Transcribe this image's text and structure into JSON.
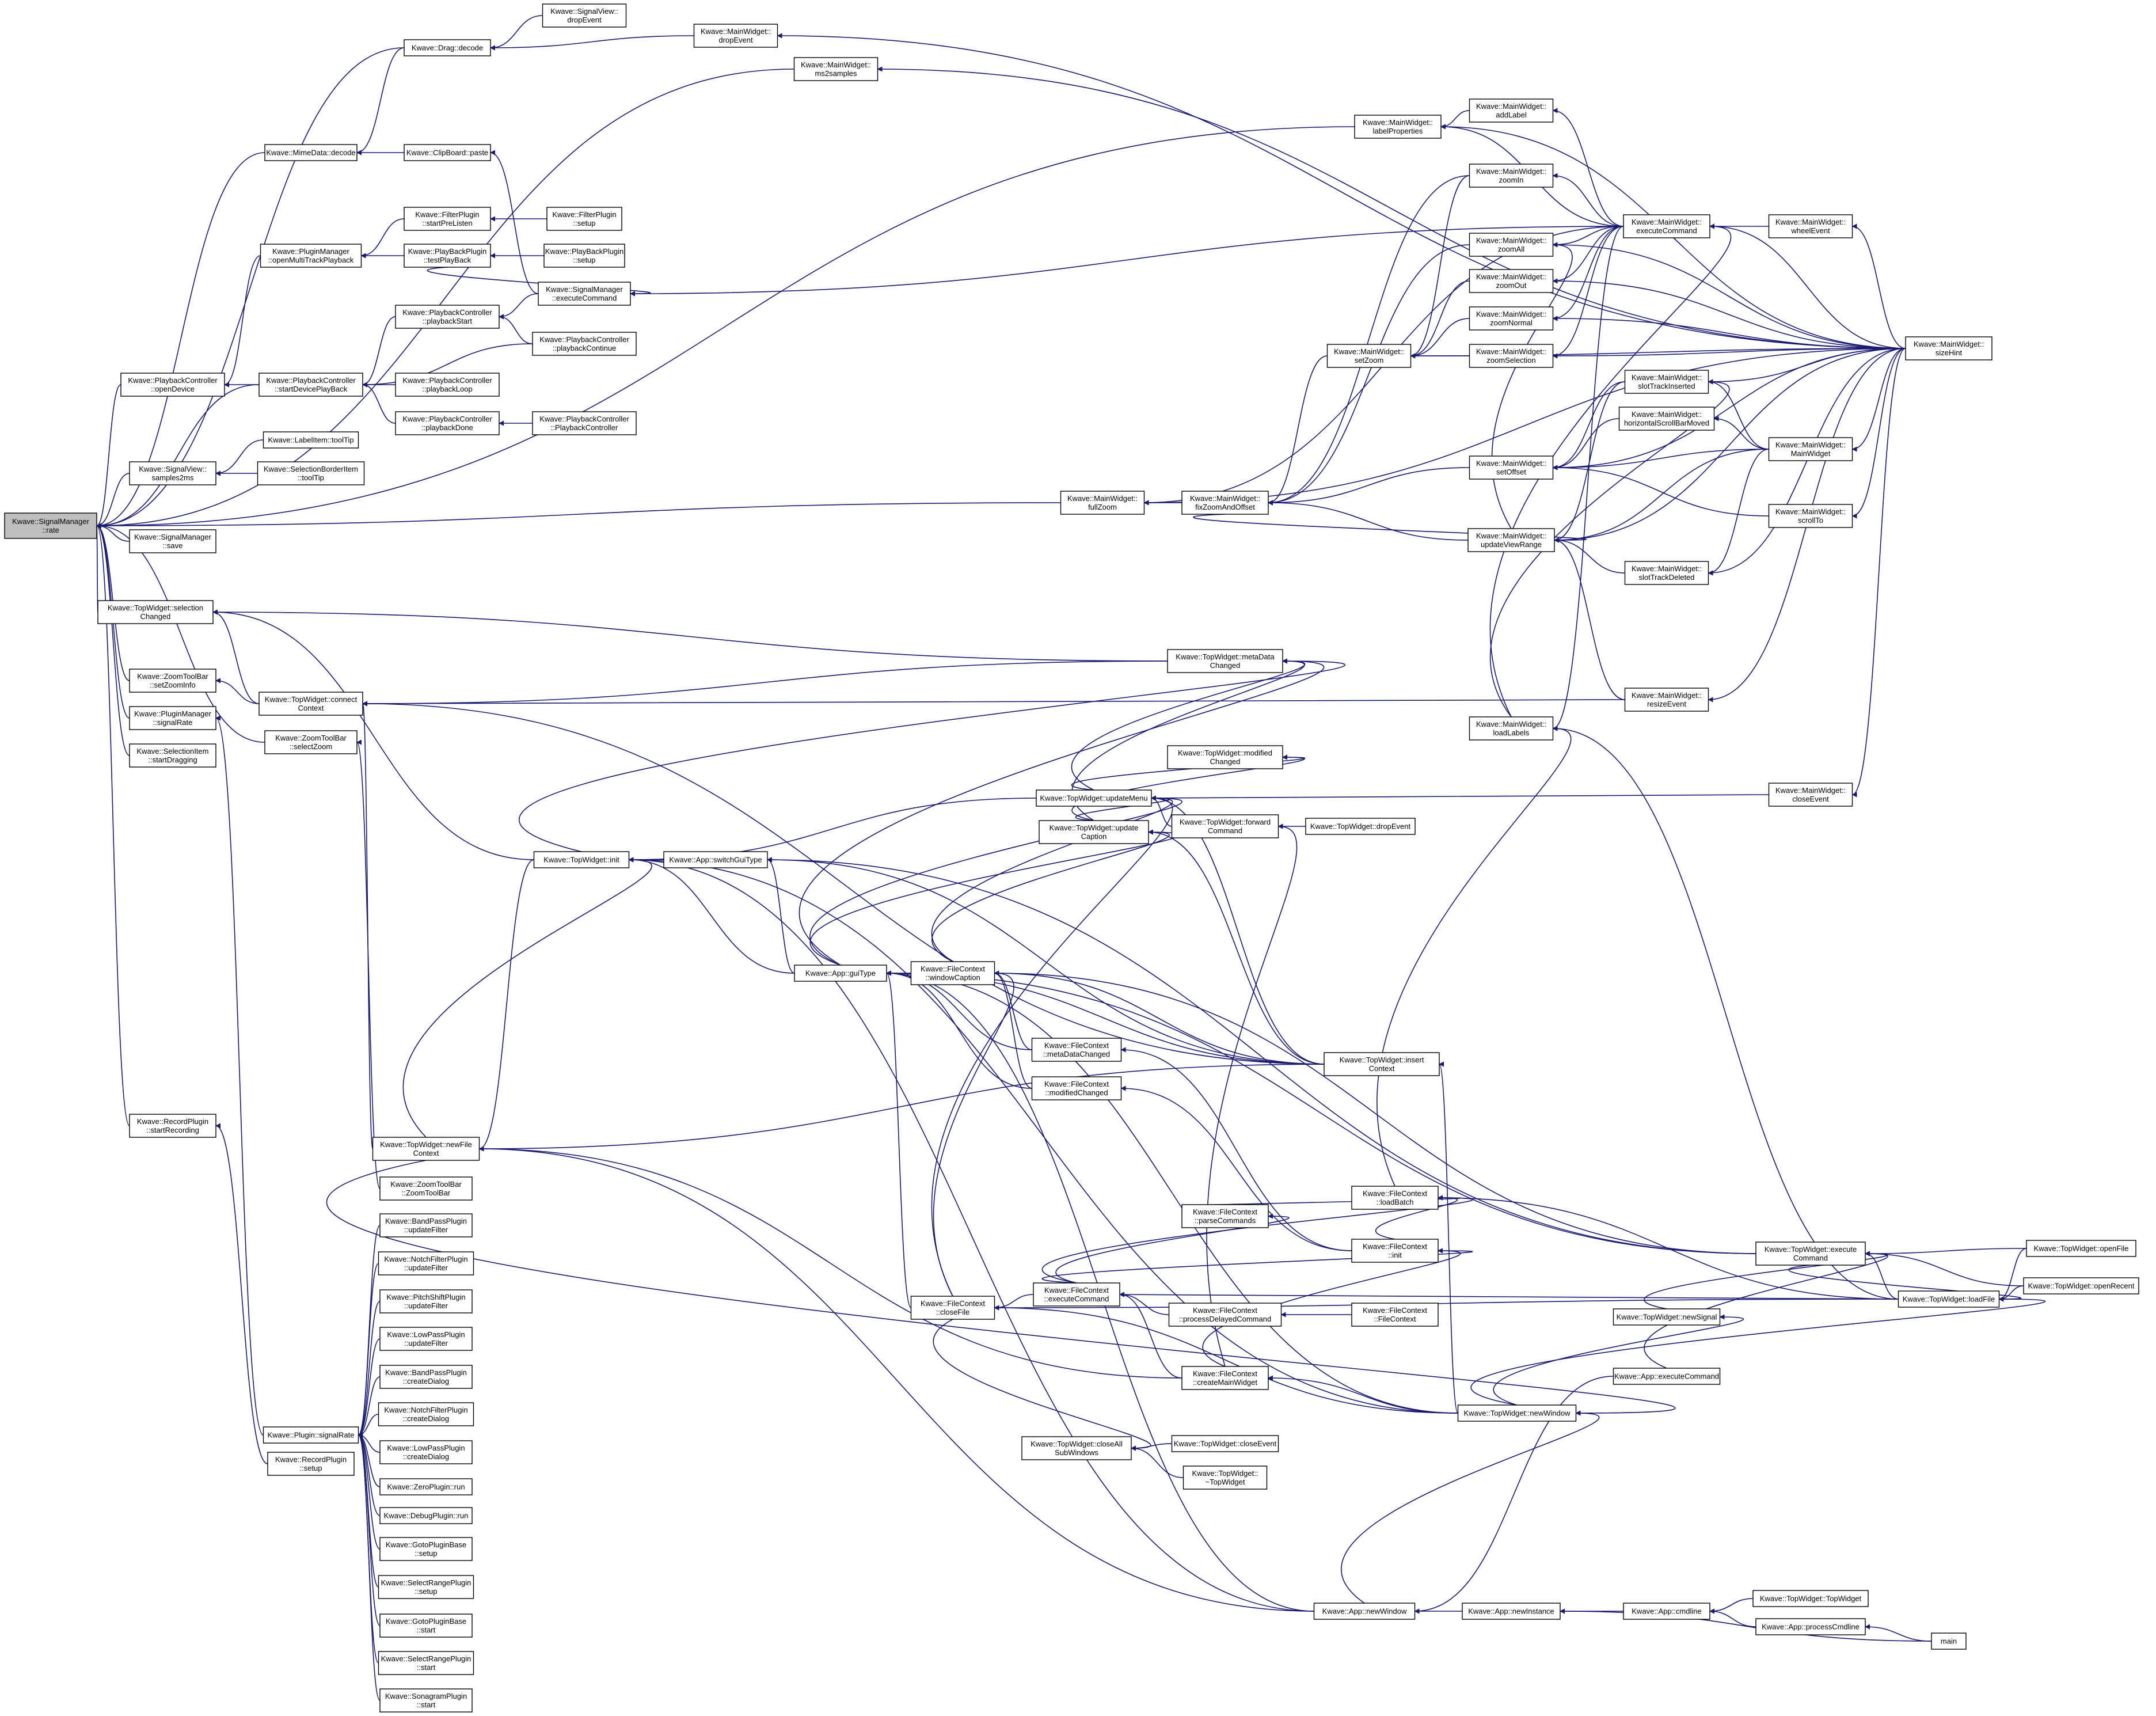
{
  "nodes": [
    {
      "id": "root",
      "lines": [
        "Kwave::SignalManager",
        "::rate"
      ],
      "root": true
    },
    {
      "id": "drag_decode",
      "lines": [
        "Kwave::Drag::decode"
      ]
    },
    {
      "id": "sv_drop",
      "lines": [
        "Kwave::SignalView::",
        "dropEvent"
      ]
    },
    {
      "id": "mw_drop",
      "lines": [
        "Kwave::MainWidget::",
        "dropEvent"
      ]
    },
    {
      "id": "mw_ms2s",
      "lines": [
        "Kwave::MainWidget::",
        "ms2samples"
      ]
    },
    {
      "id": "mime_decode",
      "lines": [
        "Kwave::MimeData::decode"
      ]
    },
    {
      "id": "clip_paste",
      "lines": [
        "Kwave::ClipBoard::paste"
      ]
    },
    {
      "id": "pm_openmulti",
      "lines": [
        "Kwave::PluginManager",
        "::openMultiTrackPlayback"
      ]
    },
    {
      "id": "fp_startpre",
      "lines": [
        "Kwave::FilterPlugin",
        "::startPreListen"
      ]
    },
    {
      "id": "fp_setup",
      "lines": [
        "Kwave::FilterPlugin",
        "::setup"
      ]
    },
    {
      "id": "pbp_test",
      "lines": [
        "Kwave::PlayBackPlugin",
        "::testPlayBack"
      ]
    },
    {
      "id": "pbp_setup",
      "lines": [
        "Kwave::PlayBackPlugin",
        "::setup"
      ]
    },
    {
      "id": "sm_exec",
      "lines": [
        "Kwave::SignalManager",
        "::executeCommand"
      ]
    },
    {
      "id": "pc_start",
      "lines": [
        "Kwave::PlaybackController",
        "::playbackStart"
      ]
    },
    {
      "id": "pc_cont",
      "lines": [
        "Kwave::PlaybackController",
        "::playbackContinue"
      ]
    },
    {
      "id": "pc_open",
      "lines": [
        "Kwave::PlaybackController",
        "::openDevice"
      ]
    },
    {
      "id": "pc_startdev",
      "lines": [
        "Kwave::PlaybackController",
        "::startDevicePlayBack"
      ]
    },
    {
      "id": "pc_loop",
      "lines": [
        "Kwave::PlaybackController",
        "::playbackLoop"
      ]
    },
    {
      "id": "pc_done",
      "lines": [
        "Kwave::PlaybackController",
        "::playbackDone"
      ]
    },
    {
      "id": "pc_ctor",
      "lines": [
        "Kwave::PlaybackController",
        "::PlaybackController"
      ]
    },
    {
      "id": "li_tooltip",
      "lines": [
        "Kwave::LabelItem::toolTip"
      ]
    },
    {
      "id": "sv_s2ms",
      "lines": [
        "Kwave::SignalView::",
        "samples2ms"
      ]
    },
    {
      "id": "sbi_tooltip",
      "lines": [
        "Kwave::SelectionBorderItem",
        "::toolTip"
      ]
    },
    {
      "id": "sm_save",
      "lines": [
        "Kwave::SignalManager",
        "::save"
      ]
    },
    {
      "id": "tw_selchg",
      "lines": [
        "Kwave::TopWidget::selection",
        "Changed"
      ]
    },
    {
      "id": "ztb_setzoom",
      "lines": [
        "Kwave::ZoomToolBar",
        "::setZoomInfo"
      ]
    },
    {
      "id": "pm_sigrate",
      "lines": [
        "Kwave::PluginManager",
        "::signalRate"
      ]
    },
    {
      "id": "si_drag",
      "lines": [
        "Kwave::SelectionItem",
        "::startDragging"
      ]
    },
    {
      "id": "tw_conn",
      "lines": [
        "Kwave::TopWidget::connect",
        "Context"
      ]
    },
    {
      "id": "ztb_selzoom",
      "lines": [
        "Kwave::ZoomToolBar",
        "::selectZoom"
      ]
    },
    {
      "id": "rp_startrec",
      "lines": [
        "Kwave::RecordPlugin",
        "::startRecording"
      ]
    },
    {
      "id": "tw_newfile",
      "lines": [
        "Kwave::TopWidget::newFile",
        "Context"
      ]
    },
    {
      "id": "ztb_ctor",
      "lines": [
        "Kwave::ZoomToolBar",
        "::ZoomToolBar"
      ]
    },
    {
      "id": "bpp_upd",
      "lines": [
        "Kwave::BandPassPlugin",
        "::updateFilter"
      ]
    },
    {
      "id": "nfp_upd",
      "lines": [
        "Kwave::NotchFilterPlugin",
        "::updateFilter"
      ]
    },
    {
      "id": "psp_upd",
      "lines": [
        "Kwave::PitchShiftPlugin",
        "::updateFilter"
      ]
    },
    {
      "id": "lpp_upd",
      "lines": [
        "Kwave::LowPassPlugin",
        "::updateFilter"
      ]
    },
    {
      "id": "bpp_dlg",
      "lines": [
        "Kwave::BandPassPlugin",
        "::createDialog"
      ]
    },
    {
      "id": "nfp_dlg",
      "lines": [
        "Kwave::NotchFilterPlugin",
        "::createDialog"
      ]
    },
    {
      "id": "lpp_dlg",
      "lines": [
        "Kwave::LowPassPlugin",
        "::createDialog"
      ]
    },
    {
      "id": "plugin_sr",
      "lines": [
        "Kwave::Plugin::signalRate"
      ]
    },
    {
      "id": "rp_setup",
      "lines": [
        "Kwave::RecordPlugin",
        "::setup"
      ]
    },
    {
      "id": "zp_run",
      "lines": [
        "Kwave::ZeroPlugin::run"
      ]
    },
    {
      "id": "dp_run",
      "lines": [
        "Kwave::DebugPlugin::run"
      ]
    },
    {
      "id": "gpb_setup",
      "lines": [
        "Kwave::GotoPluginBase",
        "::setup"
      ]
    },
    {
      "id": "srp_setup",
      "lines": [
        "Kwave::SelectRangePlugin",
        "::setup"
      ]
    },
    {
      "id": "gpb_start",
      "lines": [
        "Kwave::GotoPluginBase",
        "::start"
      ]
    },
    {
      "id": "srp_start",
      "lines": [
        "Kwave::SelectRangePlugin",
        "::start"
      ]
    },
    {
      "id": "sgp_start",
      "lines": [
        "Kwave::SonagramPlugin",
        "::start"
      ]
    },
    {
      "id": "mw_labelprops",
      "lines": [
        "Kwave::MainWidget::",
        "labelProperties"
      ]
    },
    {
      "id": "mw_addlabel",
      "lines": [
        "Kwave::MainWidget::",
        "addLabel"
      ]
    },
    {
      "id": "mw_zoomin",
      "lines": [
        "Kwave::MainWidget::",
        "zoomIn"
      ]
    },
    {
      "id": "mw_exec",
      "lines": [
        "Kwave::MainWidget::",
        "executeCommand"
      ]
    },
    {
      "id": "mw_wheel",
      "lines": [
        "Kwave::MainWidget::",
        "wheelEvent"
      ]
    },
    {
      "id": "mw_zoomall",
      "lines": [
        "Kwave::MainWidget::",
        "zoomAll"
      ]
    },
    {
      "id": "mw_zoomout",
      "lines": [
        "Kwave::MainWidget::",
        "zoomOut"
      ]
    },
    {
      "id": "mw_zoomnormal",
      "lines": [
        "Kwave::MainWidget::",
        "zoomNormal"
      ]
    },
    {
      "id": "mw_setzoom",
      "lines": [
        "Kwave::MainWidget::",
        "setZoom"
      ]
    },
    {
      "id": "mw_zoomsel",
      "lines": [
        "Kwave::MainWidget::",
        "zoomSelection"
      ]
    },
    {
      "id": "mw_sizehint",
      "lines": [
        "Kwave::MainWidget::",
        "sizeHint"
      ]
    },
    {
      "id": "mw_slotins",
      "lines": [
        "Kwave::MainWidget::",
        "slotTrackInserted"
      ]
    },
    {
      "id": "mw_hscroll",
      "lines": [
        "Kwave::MainWidget::",
        "horizontalScrollBarMoved"
      ]
    },
    {
      "id": "mw_fullzoom",
      "lines": [
        "Kwave::MainWidget::",
        "fullZoom"
      ]
    },
    {
      "id": "mw_fixzoom",
      "lines": [
        "Kwave::MainWidget::",
        "fixZoomAndOffset"
      ]
    },
    {
      "id": "mw_setoffset",
      "lines": [
        "Kwave::MainWidget::",
        "setOffset"
      ]
    },
    {
      "id": "mw_ctor",
      "lines": [
        "Kwave::MainWidget::",
        "MainWidget"
      ]
    },
    {
      "id": "mw_scrollto",
      "lines": [
        "Kwave::MainWidget::",
        "scrollTo"
      ]
    },
    {
      "id": "mw_updrange",
      "lines": [
        "Kwave::MainWidget::",
        "updateViewRange"
      ]
    },
    {
      "id": "mw_slotdel",
      "lines": [
        "Kwave::MainWidget::",
        "slotTrackDeleted"
      ]
    },
    {
      "id": "tw_metachg",
      "lines": [
        "Kwave::TopWidget::metaData",
        "Changed"
      ]
    },
    {
      "id": "mw_resize",
      "lines": [
        "Kwave::MainWidget::",
        "resizeEvent"
      ]
    },
    {
      "id": "mw_loadlabels",
      "lines": [
        "Kwave::MainWidget::",
        "loadLabels"
      ]
    },
    {
      "id": "tw_modchg",
      "lines": [
        "Kwave::TopWidget::modified",
        "Changed"
      ]
    },
    {
      "id": "tw_updmenu",
      "lines": [
        "Kwave::TopWidget::updateMenu"
      ]
    },
    {
      "id": "mw_close",
      "lines": [
        "Kwave::MainWidget::",
        "closeEvent"
      ]
    },
    {
      "id": "tw_updcap",
      "lines": [
        "Kwave::TopWidget::update",
        "Caption"
      ]
    },
    {
      "id": "tw_fwd",
      "lines": [
        "Kwave::TopWidget::forward",
        "Command"
      ]
    },
    {
      "id": "tw_dropev",
      "lines": [
        "Kwave::TopWidget::dropEvent"
      ]
    },
    {
      "id": "tw_init",
      "lines": [
        "Kwave::TopWidget::init"
      ]
    },
    {
      "id": "app_switch",
      "lines": [
        "Kwave::App::switchGuiType"
      ]
    },
    {
      "id": "app_guitype",
      "lines": [
        "Kwave::App::guiType"
      ]
    },
    {
      "id": "fc_wincap",
      "lines": [
        "Kwave::FileContext",
        "::windowCaption"
      ]
    },
    {
      "id": "fc_metachg",
      "lines": [
        "Kwave::FileContext",
        "::metaDataChanged"
      ]
    },
    {
      "id": "tw_insctx",
      "lines": [
        "Kwave::TopWidget::insert",
        "Context"
      ]
    },
    {
      "id": "fc_modchg",
      "lines": [
        "Kwave::FileContext",
        "::modifiedChanged"
      ]
    },
    {
      "id": "fc_loadbatch",
      "lines": [
        "Kwave::FileContext",
        "::loadBatch"
      ]
    },
    {
      "id": "fc_parse",
      "lines": [
        "Kwave::FileContext",
        "::parseCommands"
      ]
    },
    {
      "id": "fc_init",
      "lines": [
        "Kwave::FileContext",
        "::init"
      ]
    },
    {
      "id": "fc_exec",
      "lines": [
        "Kwave::FileContext",
        "::executeCommand"
      ]
    },
    {
      "id": "fc_close",
      "lines": [
        "Kwave::FileContext",
        "::closeFile"
      ]
    },
    {
      "id": "fc_procdel",
      "lines": [
        "Kwave::FileContext",
        "::processDelayedCommand"
      ]
    },
    {
      "id": "fc_ctor",
      "lines": [
        "Kwave::FileContext",
        "::FileContext"
      ]
    },
    {
      "id": "fc_createmw",
      "lines": [
        "Kwave::FileContext",
        "::createMainWidget"
      ]
    },
    {
      "id": "tw_exec",
      "lines": [
        "Kwave::TopWidget::execute",
        "Command"
      ]
    },
    {
      "id": "tw_openfile",
      "lines": [
        "Kwave::TopWidget::openFile"
      ]
    },
    {
      "id": "tw_loadfile",
      "lines": [
        "Kwave::TopWidget::loadFile"
      ]
    },
    {
      "id": "tw_openrecent",
      "lines": [
        "Kwave::TopWidget::openRecent"
      ]
    },
    {
      "id": "tw_newsignal",
      "lines": [
        "Kwave::TopWidget::newSignal"
      ]
    },
    {
      "id": "app_exec",
      "lines": [
        "Kwave::App::executeCommand"
      ]
    },
    {
      "id": "tw_newwindow",
      "lines": [
        "Kwave::TopWidget::newWindow"
      ]
    },
    {
      "id": "tw_closeall",
      "lines": [
        "Kwave::TopWidget::closeAll",
        "SubWindows"
      ]
    },
    {
      "id": "tw_closeev",
      "lines": [
        "Kwave::TopWidget::closeEvent"
      ]
    },
    {
      "id": "tw_dtor",
      "lines": [
        "Kwave::TopWidget::",
        "~TopWidget"
      ]
    },
    {
      "id": "app_newwindow",
      "lines": [
        "Kwave::App::newWindow"
      ]
    },
    {
      "id": "app_newinst",
      "lines": [
        "Kwave::App::newInstance"
      ]
    },
    {
      "id": "app_cmdline",
      "lines": [
        "Kwave::App::cmdline"
      ]
    },
    {
      "id": "tw_ctor",
      "lines": [
        "Kwave::TopWidget::TopWidget"
      ]
    },
    {
      "id": "app_proccmd",
      "lines": [
        "Kwave::App::processCmdline"
      ]
    },
    {
      "id": "main",
      "lines": [
        "main"
      ]
    }
  ]
}
